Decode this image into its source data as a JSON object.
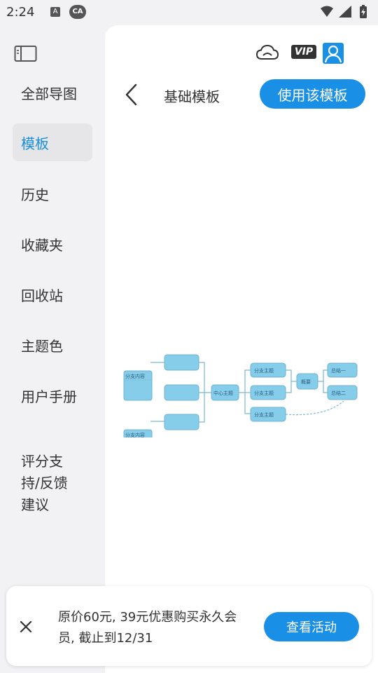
{
  "status_bar": {
    "time": "2:24",
    "left_icons": [
      "a-notification-icon",
      "ca-app-icon"
    ],
    "right_icons": [
      "wifi-icon",
      "signal-icon",
      "battery-charging-icon"
    ]
  },
  "sidebar": {
    "items": [
      {
        "label": "全部导图",
        "active": false
      },
      {
        "label": "模板",
        "active": true
      },
      {
        "label": "历史",
        "active": false
      },
      {
        "label": "收藏夹",
        "active": false
      },
      {
        "label": "回收站",
        "active": false
      },
      {
        "label": "主题色",
        "active": false
      },
      {
        "label": "用户手册",
        "active": false
      },
      {
        "label": "评分支\n持/反馈\n建议",
        "active": false
      }
    ]
  },
  "header": {
    "title": "基础模板",
    "use_template_label": "使用该模板",
    "vip_label": "VIP"
  },
  "mindmap": {
    "center": "中心主题",
    "left_notes": [
      "分支内容",
      "分支内容"
    ],
    "branches": [
      "分支主题",
      "分支主题",
      "分支主题"
    ],
    "summary": "概要",
    "sub_branches": [
      "总结一",
      "总结二"
    ]
  },
  "banner": {
    "text": "原价60元, 39元优惠购买永久会员, 截止到12/31",
    "button_label": "查看活动"
  },
  "colors": {
    "accent": "#1a8fe6",
    "active_nav_text": "#1a8fd8",
    "node_fill": "#86cdea",
    "background": "#f2f2f4"
  }
}
